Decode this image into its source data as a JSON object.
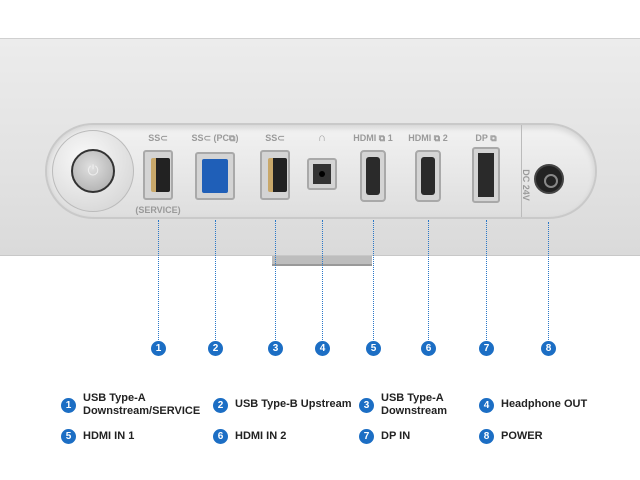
{
  "ports": [
    {
      "number": "1",
      "top_label": "SS⊂",
      "bottom_label": "(SERVICE)",
      "name": "USB Type-A Downstream/SERVICE",
      "legend": [
        "USB Type-A",
        "Downstream/SERVICE"
      ]
    },
    {
      "number": "2",
      "top_label": "SS⊂ (PC⧉)",
      "name": "USB Type-B Upstream",
      "legend": [
        "USB Type-B Upstream"
      ]
    },
    {
      "number": "3",
      "top_label": "SS⊂",
      "name": "USB Type-A Downstream",
      "legend": [
        "USB Type-A",
        "Downstream"
      ]
    },
    {
      "number": "4",
      "top_label": "∩",
      "name": "Headphone OUT",
      "legend": [
        "Headphone OUT"
      ]
    },
    {
      "number": "5",
      "top_label": "HDMI ⧉ 1",
      "name": "HDMI IN 1",
      "legend": [
        "HDMI IN 1"
      ]
    },
    {
      "number": "6",
      "top_label": "HDMI ⧉ 2",
      "name": "HDMI IN 2",
      "legend": [
        "HDMI IN 2"
      ]
    },
    {
      "number": "7",
      "top_label": "DP ⧉",
      "name": "DP IN",
      "legend": [
        "DP IN"
      ]
    },
    {
      "number": "8",
      "top_label": "DC 24V",
      "name": "POWER",
      "legend": [
        "POWER"
      ]
    }
  ],
  "power_icon": "⏻",
  "colors": {
    "accent": "#1c6ec4"
  }
}
